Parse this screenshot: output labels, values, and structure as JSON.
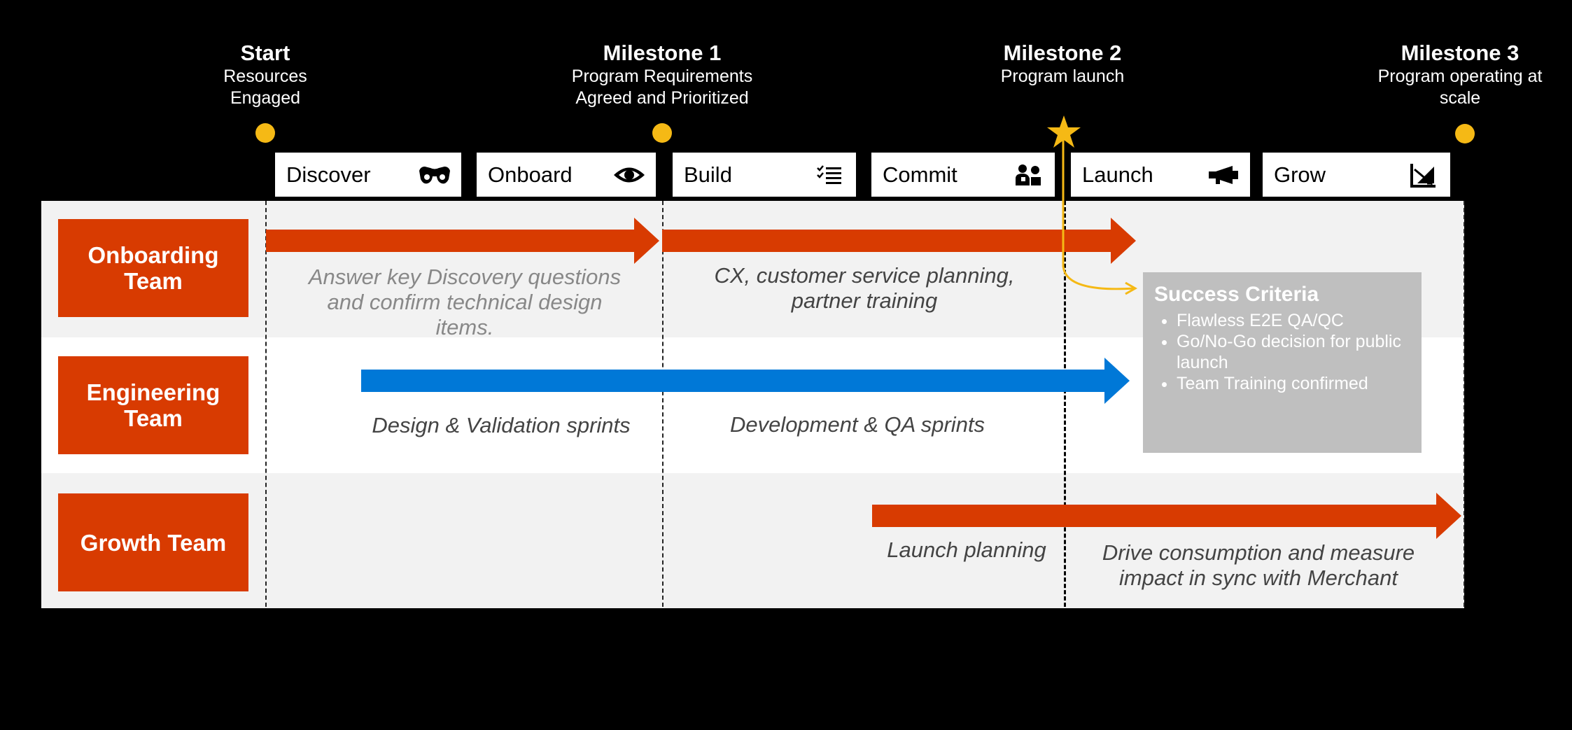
{
  "milestones": [
    {
      "title": "Start",
      "subtitle": "Resources Engaged"
    },
    {
      "title": "Milestone 1",
      "subtitle": "Program Requirements Agreed and Prioritized"
    },
    {
      "title": "Milestone 2",
      "subtitle": "Program launch"
    },
    {
      "title": "Milestone 3",
      "subtitle": "Program operating at scale"
    }
  ],
  "phases": [
    {
      "label": "Discover",
      "icon": "binoculars-icon"
    },
    {
      "label": "Onboard",
      "icon": "eye-icon"
    },
    {
      "label": "Build",
      "icon": "checklist-icon"
    },
    {
      "label": "Commit",
      "icon": "handshake-icon"
    },
    {
      "label": "Launch",
      "icon": "megaphone-icon"
    },
    {
      "label": "Grow",
      "icon": "growth-chart-icon"
    }
  ],
  "teams": [
    {
      "label": "Onboarding Team"
    },
    {
      "label": "Engineering Team"
    },
    {
      "label": "Growth Team"
    }
  ],
  "notes": {
    "discovery": "Answer key Discovery questions and confirm technical design items.",
    "cx_planning": "CX, customer service planning, partner training",
    "design_sprints": "Design & Validation sprints",
    "dev_sprints": "Development & QA sprints",
    "launch_planning": "Launch planning",
    "drive_consumption": "Drive consumption and measure impact in sync with Merchant"
  },
  "success_criteria": {
    "title": "Success Criteria",
    "items": [
      "Flawless E2E QA/QC",
      "Go/No-Go decision for public launch",
      "Team Training confirmed"
    ]
  },
  "colors": {
    "accent_orange": "#d83b01",
    "accent_blue": "#0078d7",
    "milestone_gold": "#f5b915",
    "success_gray": "#bfbfbf",
    "row_gray": "#f2f2f2"
  }
}
